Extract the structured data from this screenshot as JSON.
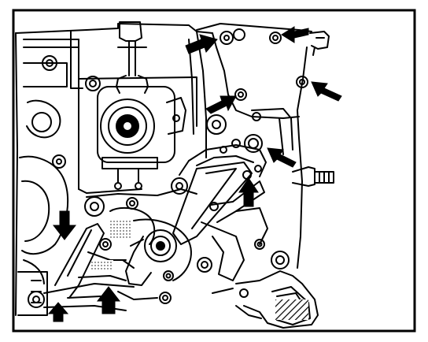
{
  "figure": {
    "line_color": "#000000",
    "background_color": "#ffffff",
    "callouts": [
      {
        "name": "arrow-top-left-bolt",
        "icon": "arrow-icon"
      },
      {
        "name": "arrow-top-right-bolt",
        "icon": "arrow-icon"
      },
      {
        "name": "arrow-right-bolt",
        "icon": "arrow-icon"
      },
      {
        "name": "arrow-center-bolt",
        "icon": "arrow-icon"
      },
      {
        "name": "arrow-pump-bolt",
        "icon": "arrow-icon"
      },
      {
        "name": "arrow-cover-up",
        "icon": "arrow-icon"
      },
      {
        "name": "arrow-left-down",
        "icon": "arrow-icon"
      },
      {
        "name": "arrow-bottom-left-up",
        "icon": "arrow-icon"
      },
      {
        "name": "arrow-bottom-center-up",
        "icon": "arrow-icon"
      }
    ]
  }
}
